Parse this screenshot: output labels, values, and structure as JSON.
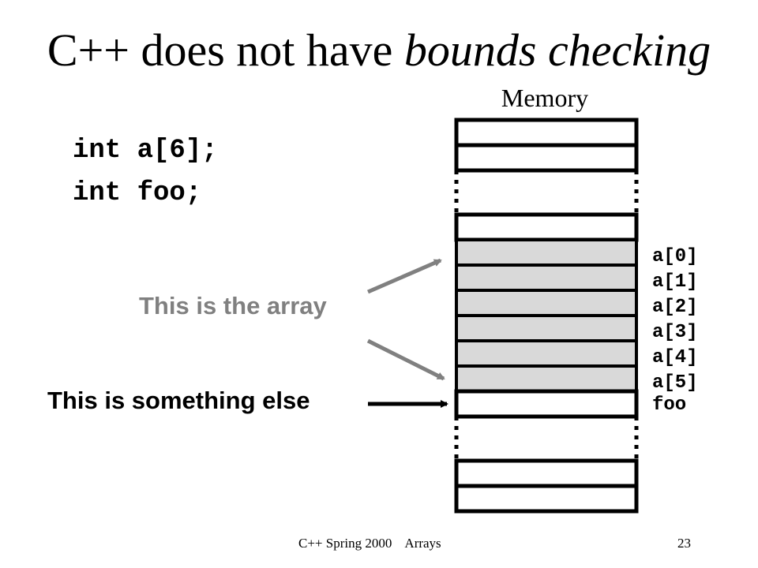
{
  "slide": {
    "title_plain": "C++ does not have ",
    "title_italic": "bounds checking",
    "memory_label": "Memory",
    "code": [
      "int a[6];",
      "int foo;"
    ],
    "note_array": "This is the array",
    "note_else": "This is something else",
    "slot_labels": [
      "a[0]",
      "a[1]",
      "a[2]",
      "a[3]",
      "a[4]",
      "a[5]",
      "foo"
    ],
    "footer_course": "C++ Spring 2000    Arrays",
    "footer_page": "23"
  },
  "colors": {
    "text": "#000000",
    "array_note": "#808080",
    "array_cell_fill": "#d9d9d9",
    "cell_fill": "#ffffff"
  }
}
